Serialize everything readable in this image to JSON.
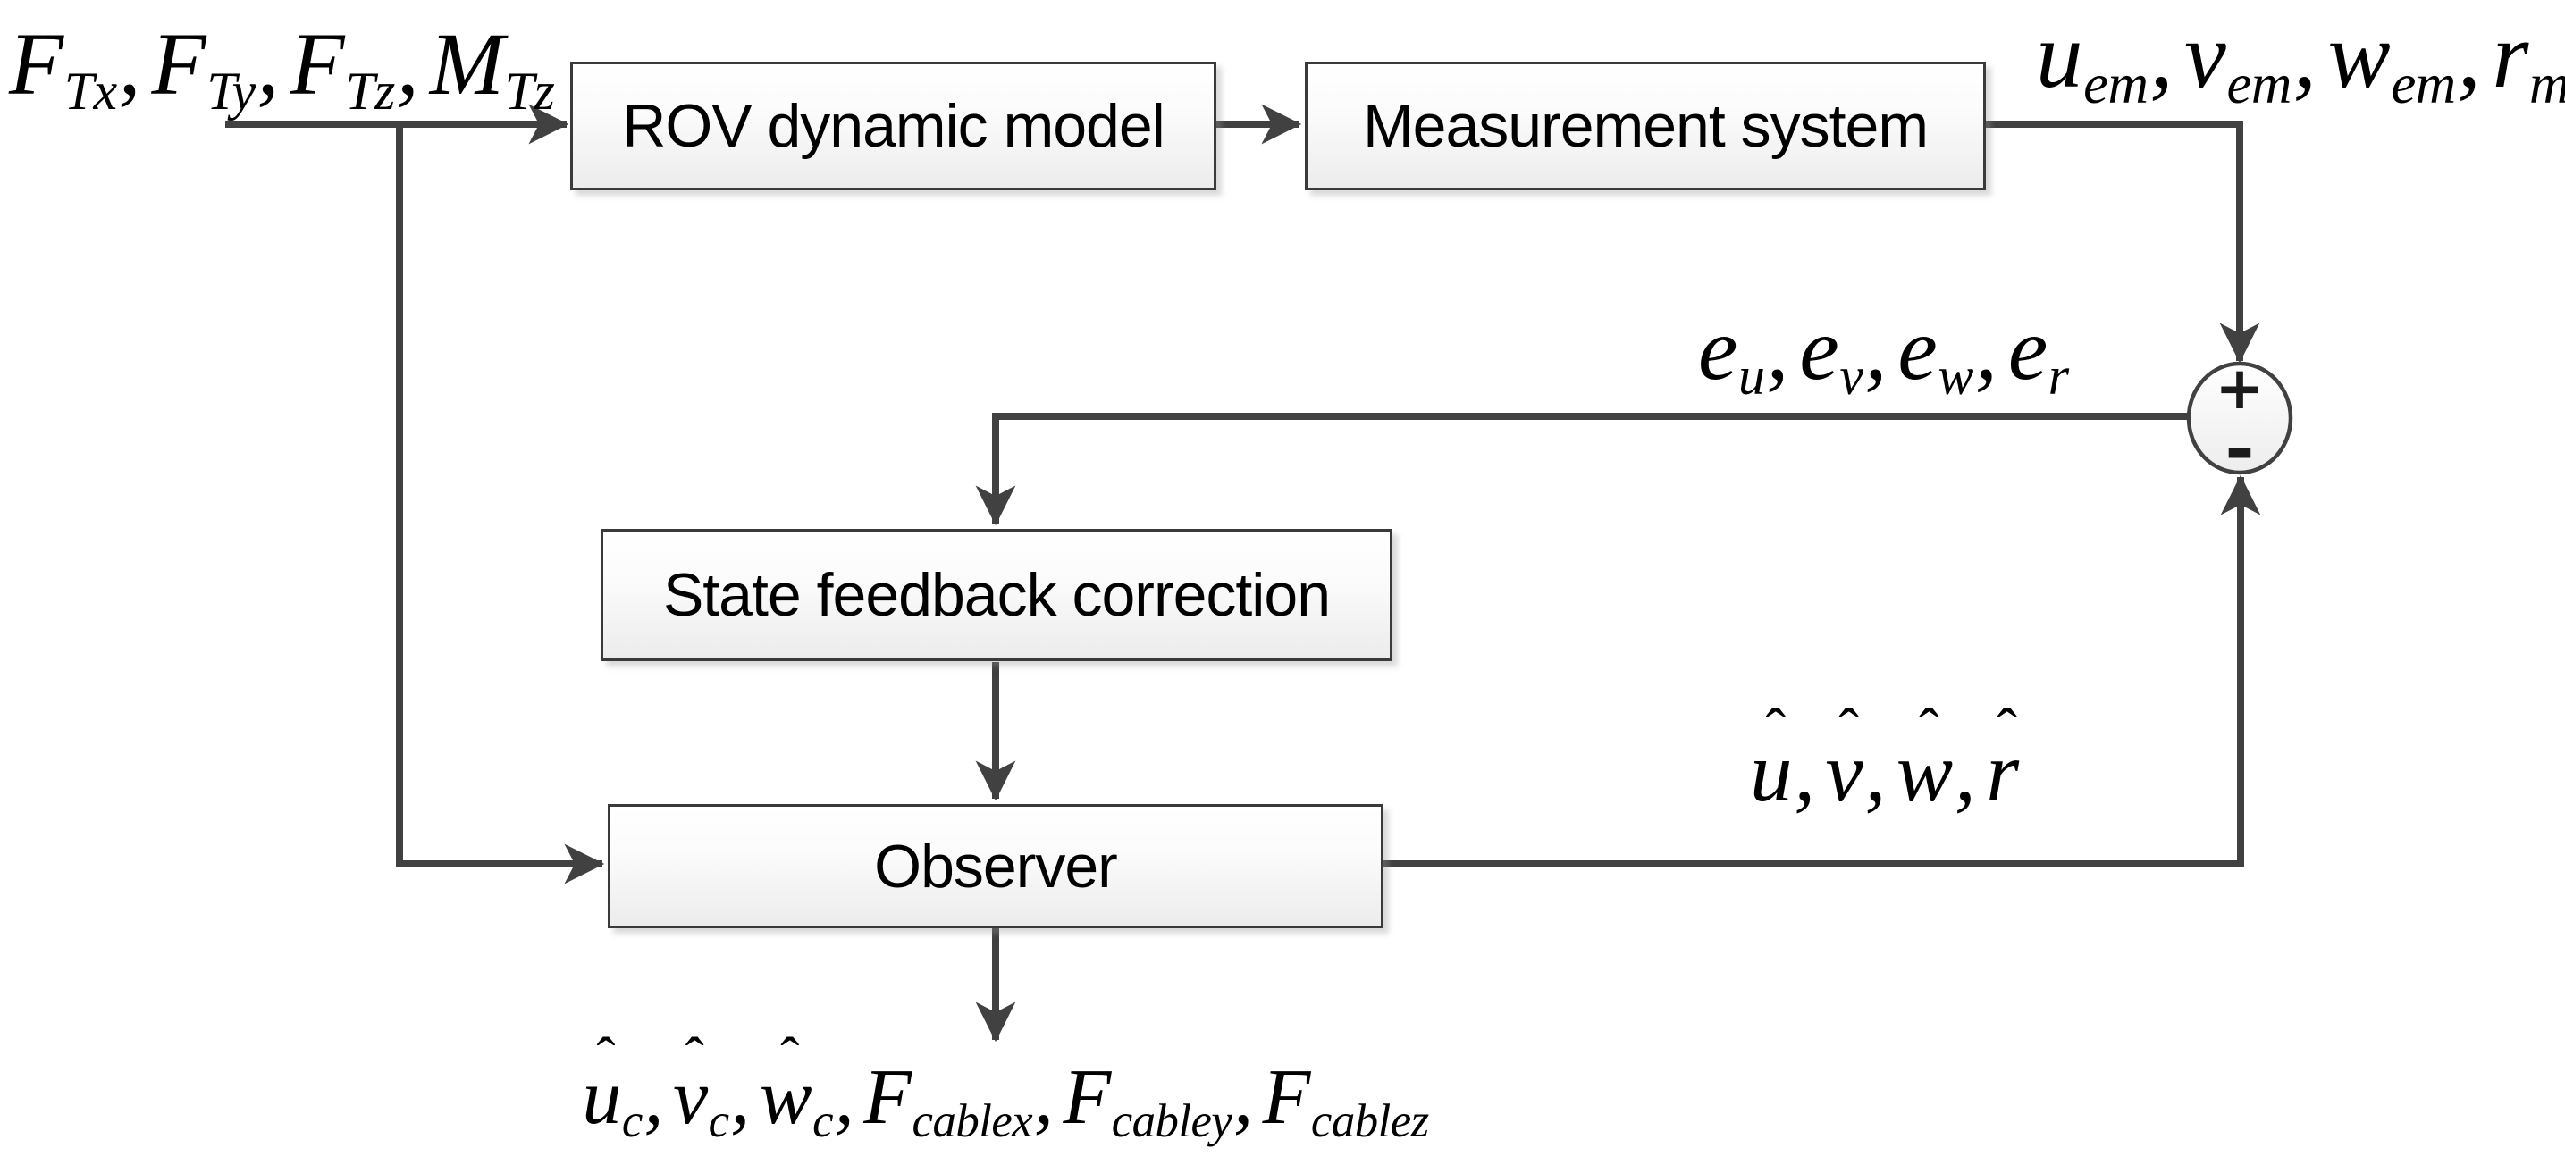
{
  "diagram": {
    "boxes": {
      "rov": {
        "label": "ROV dynamic model"
      },
      "measurement": {
        "label": "Measurement system"
      },
      "state_feedback": {
        "label": "State feedback correction"
      },
      "observer": {
        "label": "Observer"
      }
    },
    "junction": {
      "plus_label": "+",
      "minus_label": "-"
    },
    "math_separator": ",",
    "hat_glyph": "ˆ",
    "signals": {
      "thruster_input": {
        "parts": [
          {
            "base": "F",
            "sub": "Tx"
          },
          {
            "base": "F",
            "sub": "Ty"
          },
          {
            "base": "F",
            "sub": "Tz"
          },
          {
            "base": "M",
            "sub": "Tz"
          }
        ]
      },
      "measured_output": {
        "parts": [
          {
            "base": "u",
            "sub": "em"
          },
          {
            "base": "v",
            "sub": "em"
          },
          {
            "base": "w",
            "sub": "em"
          },
          {
            "base": "r",
            "sub": "m"
          }
        ]
      },
      "error": {
        "parts": [
          {
            "base": "e",
            "sub": "u"
          },
          {
            "base": "e",
            "sub": "v"
          },
          {
            "base": "e",
            "sub": "w"
          },
          {
            "base": "e",
            "sub": "r"
          }
        ]
      },
      "estimated_states": {
        "parts": [
          {
            "base": "u",
            "hat": true
          },
          {
            "base": "v",
            "hat": true
          },
          {
            "base": "w",
            "hat": true
          },
          {
            "base": "r",
            "hat": true
          }
        ]
      },
      "observer_outputs": {
        "parts": [
          {
            "base": "u",
            "hat": true,
            "sub": "c"
          },
          {
            "base": "v",
            "hat": true,
            "sub": "c"
          },
          {
            "base": "w",
            "hat": true,
            "sub": "c"
          },
          {
            "base": "F",
            "sub": "cablex"
          },
          {
            "base": "F",
            "sub": "cabley"
          },
          {
            "base": "F",
            "sub": "cablez"
          }
        ]
      }
    },
    "colors": {
      "line": "#414141",
      "box_border": "#3a3a3a",
      "box_fill_top": "#ffffff",
      "box_fill_bottom": "#ececec",
      "text": "#000000",
      "background": "#ffffff"
    }
  }
}
